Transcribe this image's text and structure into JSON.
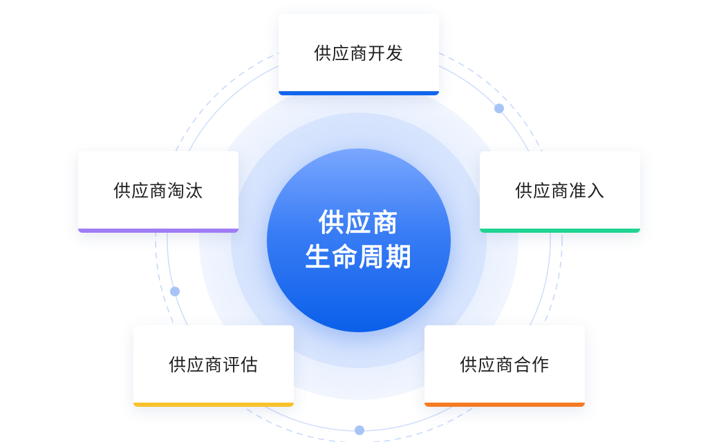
{
  "center": {
    "line1": "供应商",
    "line2": "生命周期"
  },
  "stages": {
    "develop": {
      "label": "供应商开发",
      "accent": "#1366ec"
    },
    "entry": {
      "label": "供应商准入",
      "accent": "#1ed490"
    },
    "elimination": {
      "label": "供应商淘汰",
      "accent": "#a07cf6"
    },
    "evaluation": {
      "label": "供应商评估",
      "accent": "#f8c22a"
    },
    "cooperation": {
      "label": "供应商合作",
      "accent": "#f67a22"
    }
  },
  "colors": {
    "ring": "#c5d7fb",
    "dot": "#a8c4f7",
    "core_top": "#7aa7ff",
    "core_bottom": "#0b5fea"
  }
}
